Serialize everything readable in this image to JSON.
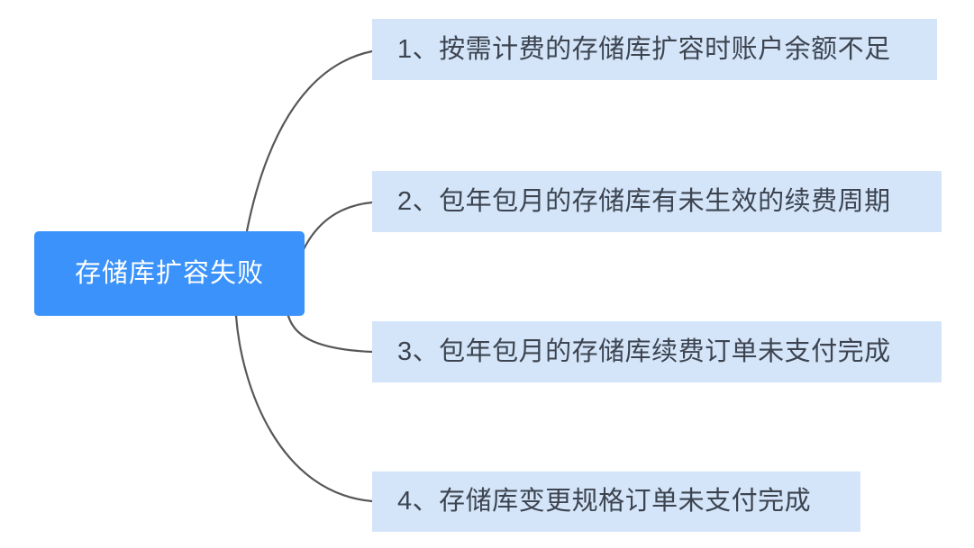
{
  "diagram": {
    "type": "mind-map",
    "orientation": "left-root-right-branches",
    "root": {
      "label": "存储库扩容失败",
      "fill_color": "#3a92fa",
      "text_color": "#ffffff"
    },
    "branch_style": {
      "fill_color": "#d4e5f9",
      "text_color": "#3d4450",
      "connector_color": "#575757"
    },
    "branches": [
      {
        "index": "1",
        "label": "1、按需计费的存储库扩容时账户余额不足"
      },
      {
        "index": "2",
        "label": "2、包年包月的存储库有未生效的续费周期"
      },
      {
        "index": "3",
        "label": "3、包年包月的存储库续费订单未支付完成"
      },
      {
        "index": "4",
        "label": "4、存储库变更规格订单未支付完成"
      }
    ]
  }
}
